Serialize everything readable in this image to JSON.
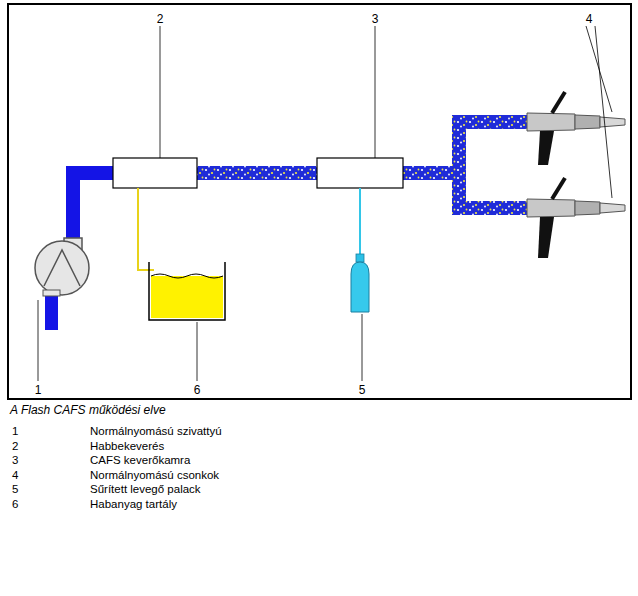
{
  "diagram": {
    "caption": "A Flash CAFS működési elve",
    "labels": [
      "2",
      "3",
      "4",
      "1",
      "6",
      "5",
      "1",
      "Normálnyomású szivattyú",
      "2",
      "Habbekeverés",
      "3",
      "CAFS keverőkamra",
      "4",
      "Normálnyomású csonkok",
      "5",
      "Sűrített levegő palack",
      "6",
      "Habanyag tartály"
    ]
  }
}
